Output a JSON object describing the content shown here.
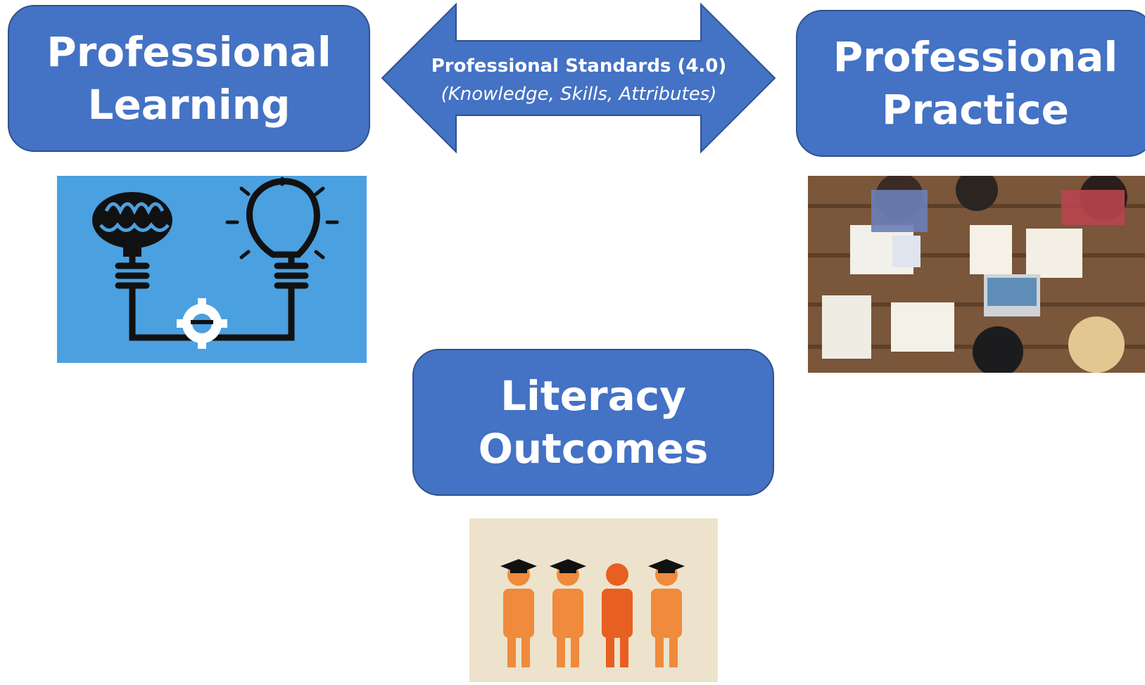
{
  "nodes": {
    "professional_learning": {
      "line1": "Professional",
      "line2": "Learning"
    },
    "professional_practice": {
      "line1": "Professional",
      "line2": "Practice"
    },
    "literacy_outcomes": {
      "line1": "Literacy",
      "line2": "Outcomes"
    }
  },
  "connector": {
    "line1": "Professional Standards (4.0)",
    "line2": "(Knowledge, Skills, Attributes)"
  },
  "colors": {
    "box_fill": "#4472c4",
    "box_border": "#2f528f",
    "text": "#ffffff",
    "learning_image_bg": "#4ba0e0",
    "outcomes_image_bg": "#ede3cc",
    "figure_orange": "#f08a3c"
  },
  "icons": [
    "brain-icon",
    "lightbulb-icon",
    "gear-icon",
    "classroom-photo",
    "graduate-figures-icon"
  ]
}
